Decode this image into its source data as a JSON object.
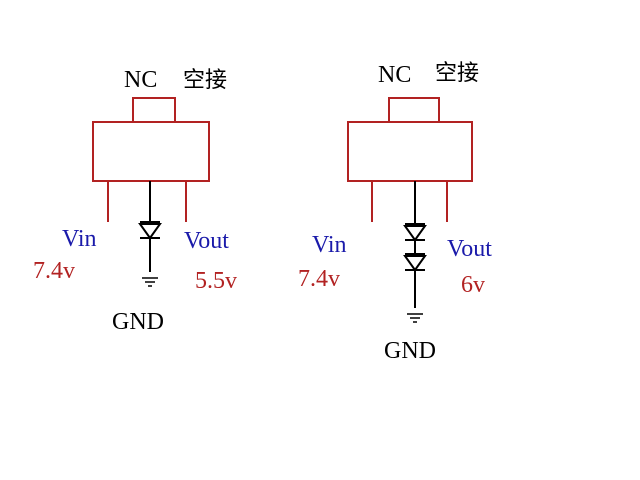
{
  "colors": {
    "red": "#b22222",
    "blue": "#1a1aaa",
    "black": "#000000",
    "background": "#ffffff"
  },
  "circuits": [
    {
      "nc_label": "NC",
      "nc_note": "空接",
      "vin_label": "Vin",
      "vin_value": "7.4v",
      "vout_label": "Vout",
      "vout_value": "5.5v",
      "gnd_label": "GND",
      "diode_count": 1
    },
    {
      "nc_label": "NC",
      "nc_note": "空接",
      "vin_label": "Vin",
      "vin_value": "7.4v",
      "vout_label": "Vout",
      "vout_value": "6v",
      "gnd_label": "GND",
      "diode_count": 2
    }
  ]
}
